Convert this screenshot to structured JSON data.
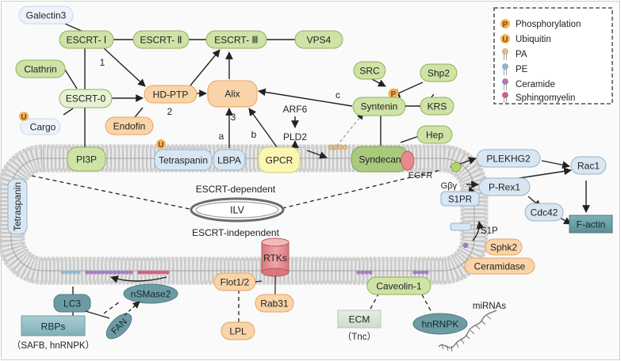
{
  "nodes": {
    "galectin3": "Galectin3",
    "escrt1": "ESCRT- Ⅰ",
    "escrt2": "ESCRT- Ⅱ",
    "escrt3": "ESCRT- Ⅲ",
    "vps4": "VPS4",
    "clathrin": "Clathrin",
    "escrt0": "ESCRT-0",
    "cargo": "Cargo",
    "hdptp": "HD-PTP",
    "endofin": "Endofin",
    "alix": "Alix",
    "src": "SRC",
    "shp2": "Shp2",
    "syntenin": "Syntenin",
    "krs": "KRS",
    "arf6": "ARF6",
    "pld2": "PLD2",
    "hep": "Hep",
    "pi3p": "PI3P",
    "tetraspanin_top": "Tetraspanin",
    "lbpa": "LBPA",
    "gpcr": "GPCR",
    "syndecan": "Syndecan",
    "egfr": "EGFR",
    "plekhg2": "PLEKHG2",
    "rac1": "Rac1",
    "gbg": "Gβγ",
    "s1pr": "S1PR",
    "prex1": "P-Rex1",
    "cdc42": "Cdc42",
    "factin": "F-actin",
    "s1p": "S1P",
    "sphk2": "Sphk2",
    "ceramidase": "Ceramidase",
    "tetraspanin_side": "Tetraspanin",
    "ilv": "ILV",
    "rtks": "RTKs",
    "flot": "Flot1/2",
    "rab31": "Rab31",
    "lpl": "LPL",
    "caveolin": "Caveolin-1",
    "lc3": "LC3",
    "nsmase2": "nSMase2",
    "rbps": "RBPs",
    "rbps_detail": "（SAFB, hnRNPK）",
    "fan": "FAN",
    "ecm": "ECM",
    "tnc": "（Tnc）",
    "hnrnpk": "hnRNPK",
    "mirnas": "miRNAs"
  },
  "pathway_labels": {
    "p1": "1",
    "p2": "2",
    "p3": "3",
    "a": "a",
    "b": "b",
    "c": "c",
    "escrt_dependent": "ESCRT-dependent",
    "escrt_independent": "ESCRT-independent"
  },
  "badges": {
    "ubiquitin": "U",
    "phosphorylation": "P"
  },
  "legend": {
    "items": [
      {
        "symbol": "phosphorylation",
        "label": "Phosphorylation"
      },
      {
        "symbol": "ubiquitin",
        "label": "Ubiquitin"
      },
      {
        "symbol": "pa",
        "label": "PA"
      },
      {
        "symbol": "pe",
        "label": "PE"
      },
      {
        "symbol": "ceramide",
        "label": "Ceramide"
      },
      {
        "symbol": "sphingomyelin",
        "label": "Sphingomyelin"
      }
    ]
  },
  "colors": {
    "green_fill": "#cfe3a6",
    "green_stroke": "#8fb15a",
    "orange_fill": "#f9d4a9",
    "orange_stroke": "#e7a35d",
    "blue_fill": "#d7e6f2",
    "blue_stroke": "#95b4cc",
    "teal_fill": "#6d9ba4",
    "teal_light": "#b9d3d7",
    "yellow_fill": "#fbf6b3",
    "pink_fill": "#e58a8f",
    "membrane": "#bdbdbd",
    "ceramide": "#a77cc0",
    "sphingomyelin": "#cf5f86",
    "pa": "#e9b98a",
    "pe": "#8fbad6"
  }
}
